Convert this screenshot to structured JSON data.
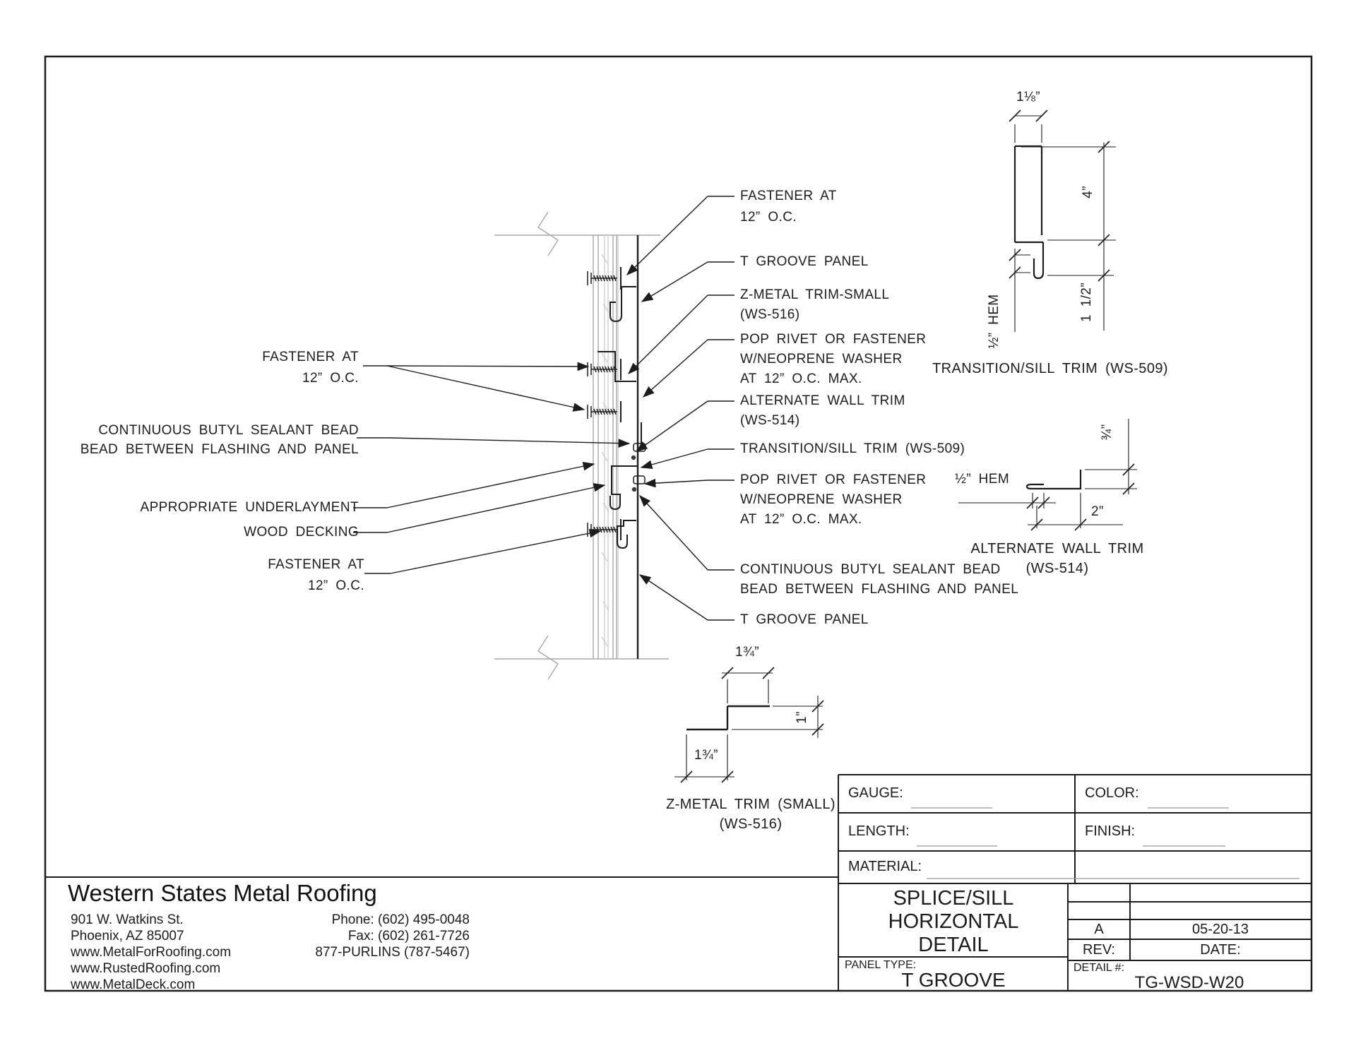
{
  "colors": {
    "ink": "#1c1c1c",
    "gray": "#a8a8a8"
  },
  "callouts_left": [
    {
      "l1": "FASTENER AT",
      "l2": "12” O.C."
    },
    {
      "l1": "CONTINUOUS BUTYL SEALANT BEAD",
      "l2": "BEAD BETWEEN FLASHING AND PANEL"
    },
    {
      "l1": "APPROPRIATE UNDERLAYMENT"
    },
    {
      "l1": "WOOD DECKING"
    },
    {
      "l1": "FASTENER AT",
      "l2": "12” O.C."
    }
  ],
  "callouts_right": [
    {
      "l1": "FASTENER AT",
      "l2": "12” O.C."
    },
    {
      "l1": "T GROOVE PANEL"
    },
    {
      "l1": "Z-METAL TRIM-SMALL",
      "l2": "(WS-516)"
    },
    {
      "l1": "POP RIVET OR FASTENER",
      "l2": "W/NEOPRENE WASHER",
      "l3": "AT 12” O.C. MAX."
    },
    {
      "l1": "ALTERNATE WALL TRIM",
      "l2": "(WS-514)"
    },
    {
      "l1": "TRANSITION/SILL TRIM (WS-509)"
    },
    {
      "l1": "POP RIVET OR FASTENER",
      "l2": "W/NEOPRENE WASHER",
      "l3": "AT 12” O.C. MAX."
    },
    {
      "l1": "CONTINUOUS BUTYL SEALANT BEAD",
      "l2": "BEAD BETWEEN FLASHING AND PANEL"
    },
    {
      "l1": "T GROOVE PANEL"
    }
  ],
  "detail_transition": {
    "caption": "TRANSITION/SILL TRIM (WS-509)",
    "dim_top": "1⅛”",
    "dim_height": "4”",
    "dim_hem": "½” HEM",
    "dim_bottom": "1 1/2”"
  },
  "detail_alternate": {
    "caption1": "ALTERNATE WALL TRIM",
    "caption2": "(WS-514)",
    "dim_hem": "½” HEM",
    "dim_rise": "¾”",
    "dim_width": "2”"
  },
  "detail_zmetal": {
    "caption1": "Z-METAL TRIM (SMALL)",
    "caption2": "(WS-516)",
    "dim_top": "1¾”",
    "dim_rise": "1”",
    "dim_bottom": "1¾”"
  },
  "company": {
    "name": "Western States Metal Roofing",
    "address1": "901 W. Watkins St.",
    "address2": "Phoenix, AZ 85007",
    "web1": "www.MetalForRoofing.com",
    "web2": "www.RustedRoofing.com",
    "web3": "www.MetalDeck.com",
    "phone": "Phone: (602) 495-0048",
    "fax": "Fax: (602) 261-7726",
    "purlins": "877-PURLINS (787-5467)"
  },
  "titleblock": {
    "gauge_label": "GAUGE:",
    "color_label": "COLOR:",
    "length_label": "LENGTH:",
    "finish_label": "FINISH:",
    "material_label": "MATERIAL:",
    "title_line1": "SPLICE/SILL",
    "title_line2": "HORIZONTAL",
    "title_line3": "DETAIL",
    "panel_type_label": "PANEL TYPE:",
    "panel_type_value": "T GROOVE",
    "rev_value": "A",
    "date_value": "05-20-13",
    "rev_label": "REV:",
    "date_label": "DATE:",
    "detail_label": "DETAIL #:",
    "detail_value": "TG-WSD-W20"
  }
}
